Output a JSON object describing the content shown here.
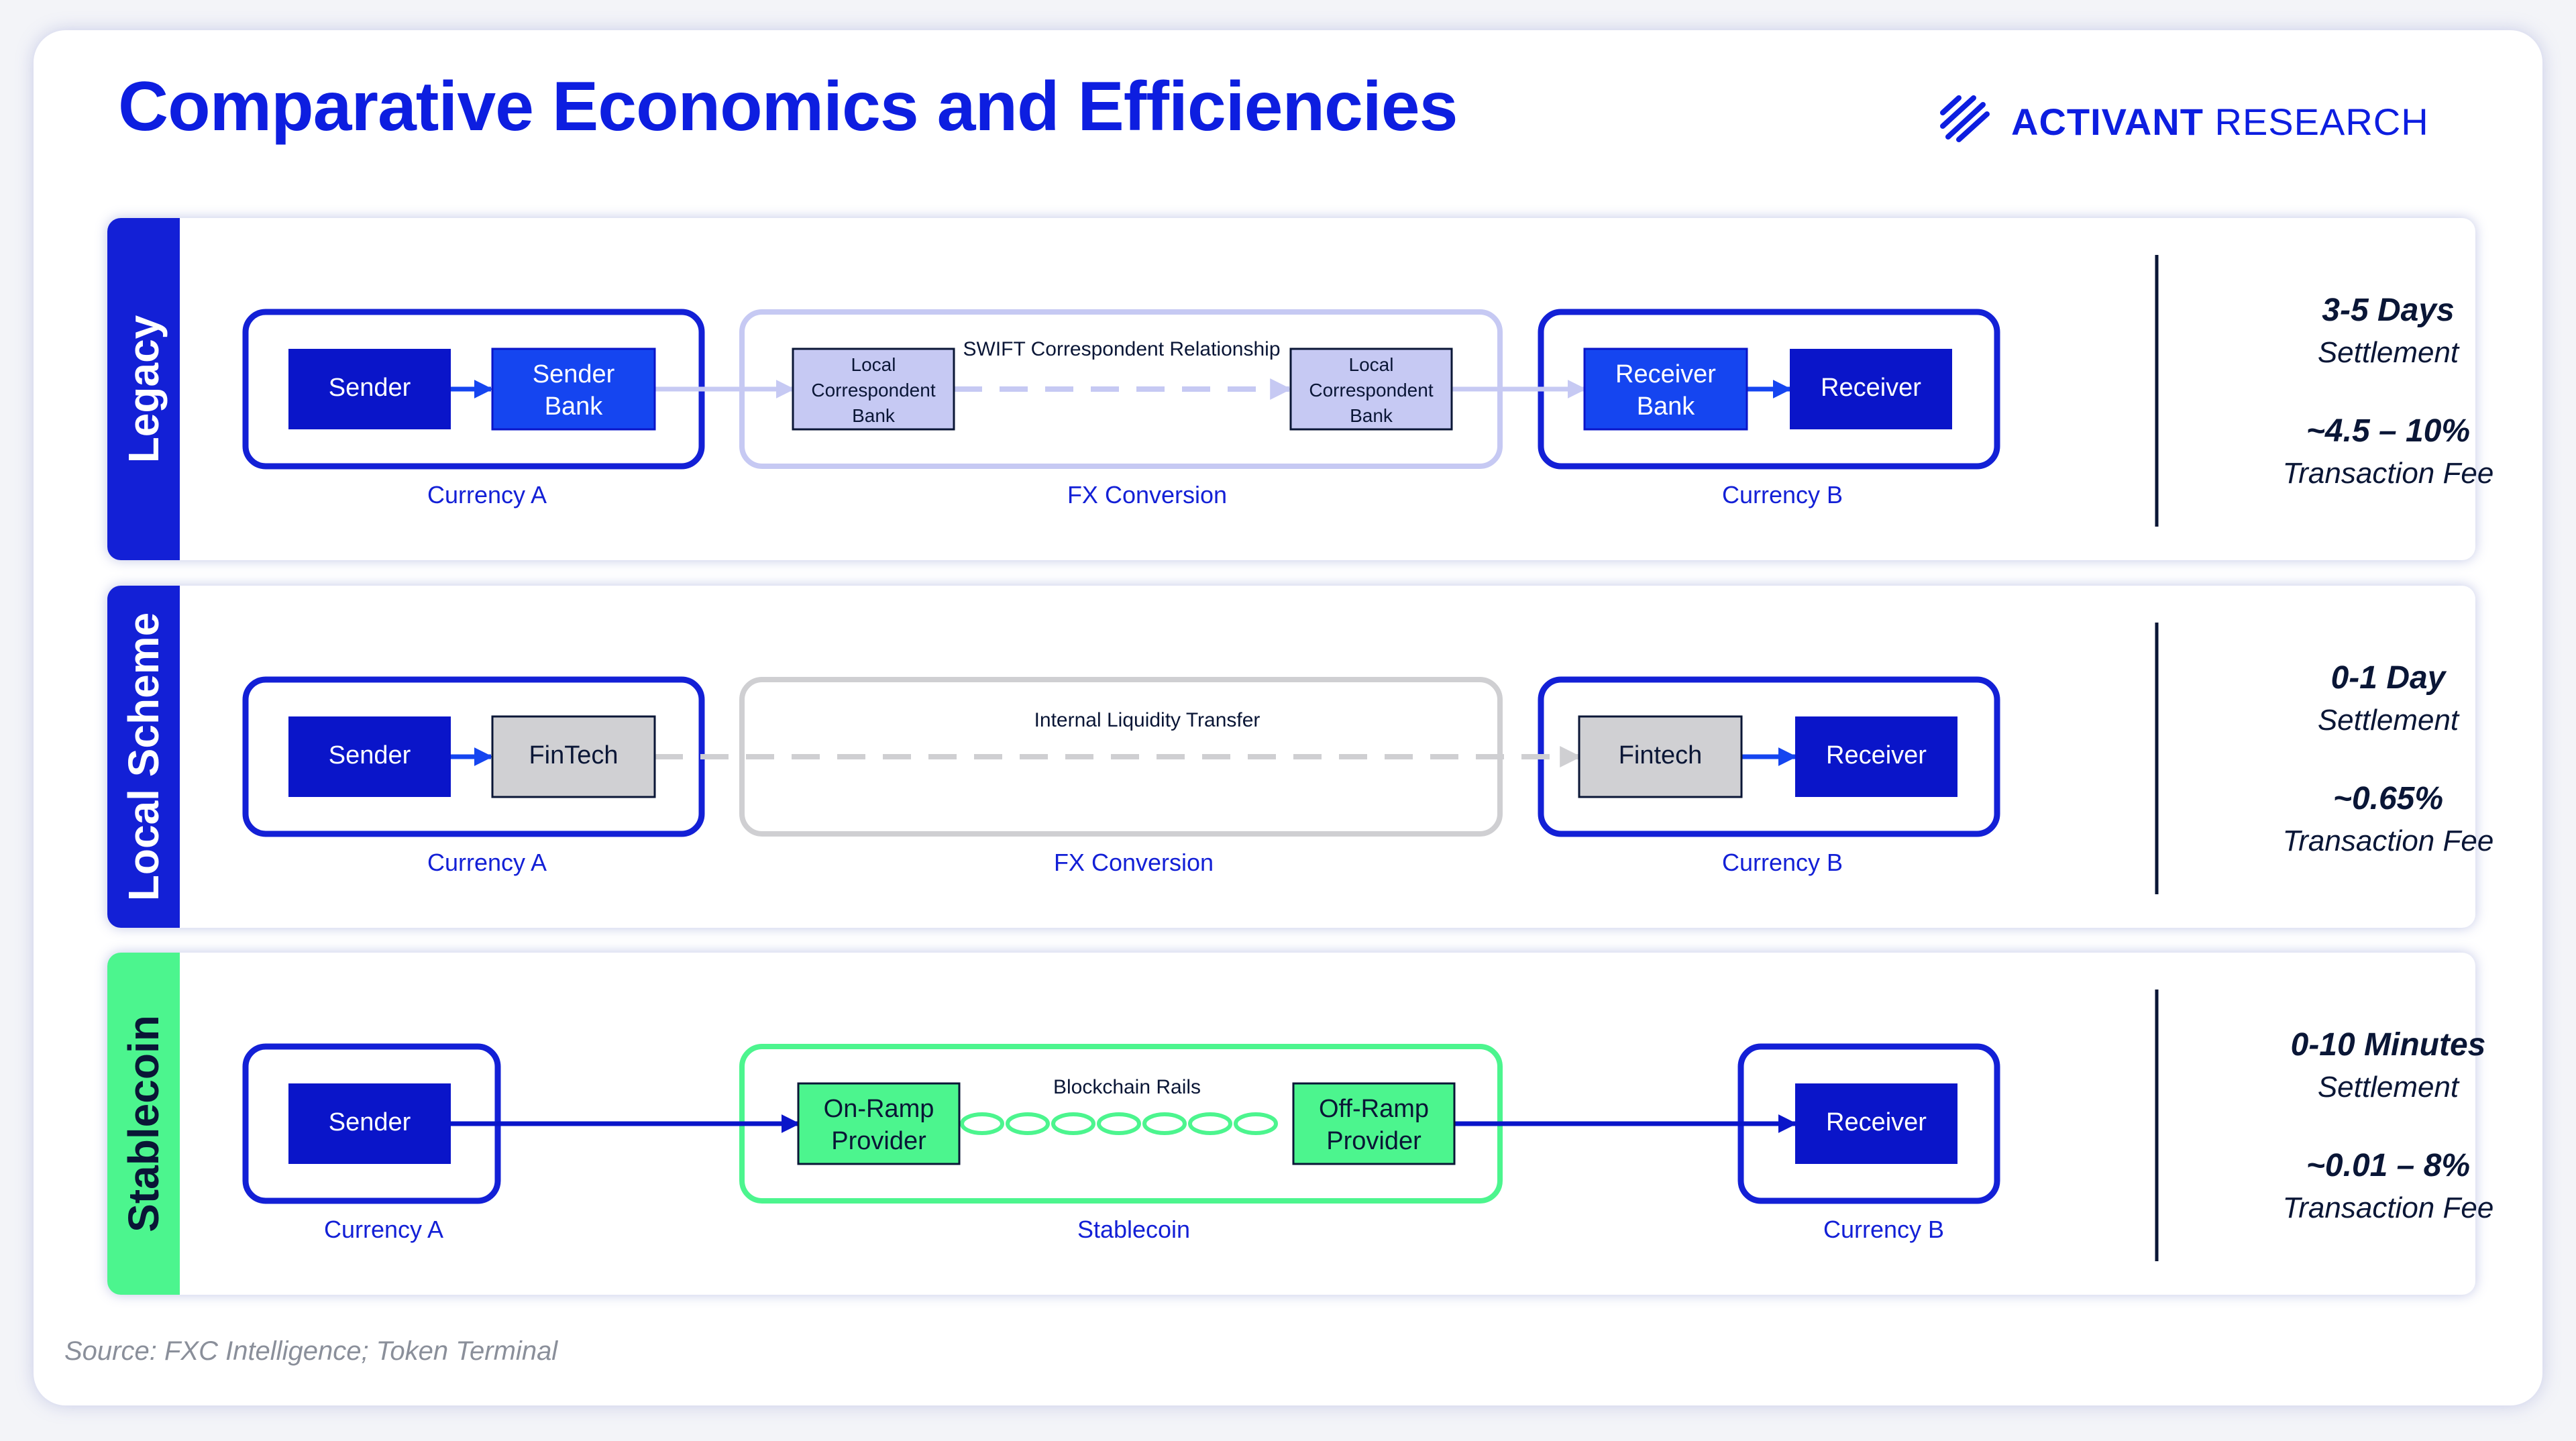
{
  "title": "Comparative Economics and Efficiencies",
  "brand": {
    "part1": "ACTIVANT",
    "part2": " RESEARCH"
  },
  "rows": [
    {
      "label": "Legacy",
      "label_color": "#1320d6",
      "nodes": [
        "Sender",
        "Sender Bank",
        "Local Correspondent Bank",
        "Local Correspondent Bank",
        "Receiver Bank",
        "Receiver"
      ],
      "middle_caption": "SWIFT Correspondent Relationship",
      "captions": [
        "Currency A",
        "FX Conversion",
        "Currency B"
      ],
      "settlement_value": "3-5 Days",
      "settlement_label": "Settlement",
      "fee_value": "~4.5 – 10%",
      "fee_label": "Transaction Fee"
    },
    {
      "label": "Local Scheme",
      "label_color": "#1320d6",
      "nodes": [
        "Sender",
        "FinTech",
        "Fintech",
        "Receiver"
      ],
      "middle_caption": "Internal Liquidity Transfer",
      "captions": [
        "Currency A",
        "FX Conversion",
        "Currency B"
      ],
      "settlement_value": "0-1 Day",
      "settlement_label": "Settlement",
      "fee_value": "~0.65%",
      "fee_label": "Transaction Fee"
    },
    {
      "label": "Stablecoin",
      "label_color": "#4cf58e",
      "nodes": [
        "Sender",
        "On-Ramp Provider",
        "Off-Ramp Provider",
        "Receiver"
      ],
      "middle_caption": "Blockchain Rails",
      "captions": [
        "Currency A",
        "Stablecoin",
        "Currency B"
      ],
      "settlement_value": "0-10 Minutes",
      "settlement_label": "Settlement",
      "fee_value": "~0.01 – 8%",
      "fee_label": "Transaction Fee"
    }
  ],
  "colors": {
    "primary_blue": "#1320d6",
    "dark_blue": "#0a15c9",
    "bright_blue": "#1545f0",
    "light_lavender": "#c6c9f3",
    "gray_fill": "#d0d0d3",
    "green": "#4cf58e",
    "dark_navy": "#0a1636"
  },
  "source": "Source: FXC Intelligence; Token Terminal"
}
